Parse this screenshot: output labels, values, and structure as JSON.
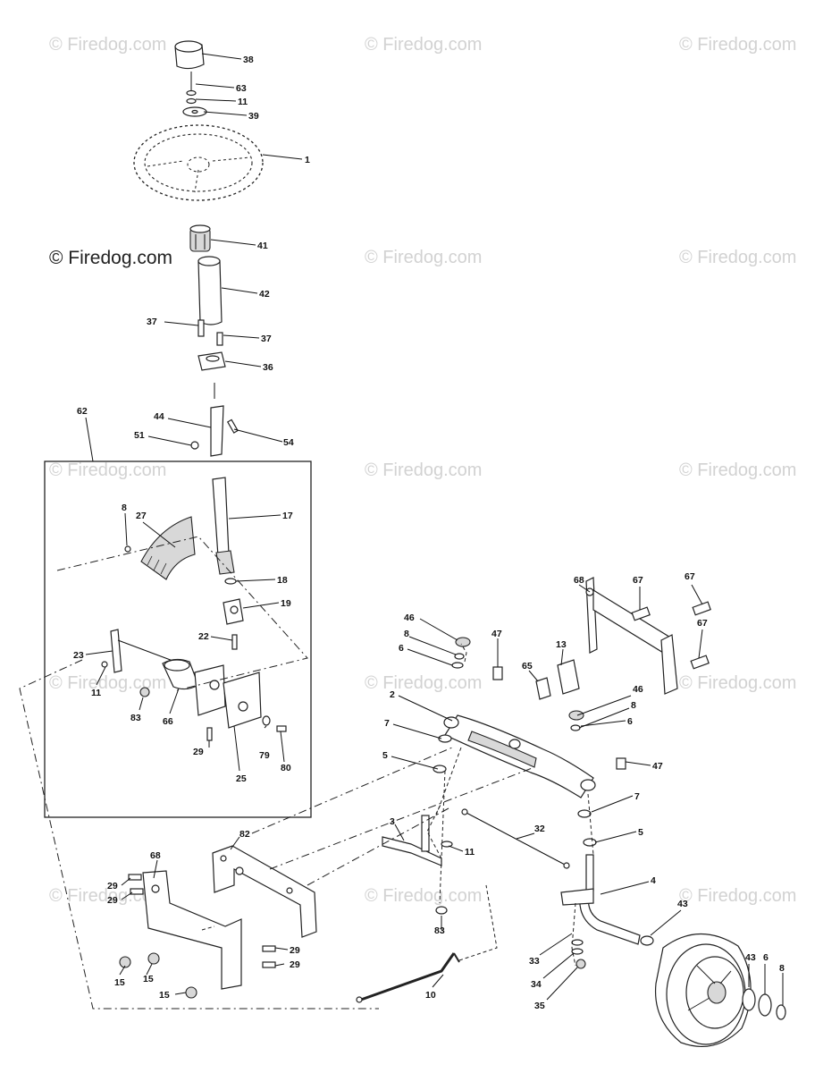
{
  "watermarks": {
    "main": "© Firedog.com",
    "faint": "© Firedog.com"
  },
  "labels": {
    "l38": "38",
    "l63": "63",
    "l11a": "11",
    "l39": "39",
    "l1": "1",
    "l41": "41",
    "l42": "42",
    "l37a": "37",
    "l37b": "37",
    "l36": "36",
    "l44": "44",
    "l51": "51",
    "l54": "54",
    "l62": "62",
    "l17": "17",
    "l8a": "8",
    "l27": "27",
    "l18": "18",
    "l19": "19",
    "l22": "22",
    "l23": "23",
    "l11b": "11",
    "l83a": "83",
    "l66": "66",
    "l29a": "29",
    "l79": "79",
    "l80": "80",
    "l25": "25",
    "l68a": "68",
    "l67a": "67",
    "l67b": "67",
    "l67c": "67",
    "l46a": "46",
    "l8b": "8",
    "l6a": "6",
    "l47a": "47",
    "l13": "13",
    "l65": "65",
    "l2": "2",
    "l46b": "46",
    "l8c": "8",
    "l6b": "6",
    "l7a": "7",
    "l5a": "5",
    "l47b": "47",
    "l7b": "7",
    "l5b": "5",
    "l3": "3",
    "l32": "32",
    "l11c": "11",
    "l82": "82",
    "l68b": "68",
    "l29b": "29",
    "l29c": "29",
    "l83b": "83",
    "l4": "4",
    "l43a": "43",
    "l29d": "29",
    "l29e": "29",
    "l15a": "15",
    "l15b": "15",
    "l15c": "15",
    "l10": "10",
    "l33": "33",
    "l34": "34",
    "l35": "35",
    "l43b": "43",
    "l6c": "6",
    "l8d": "8"
  },
  "colors": {
    "ink": "#111111",
    "watermark": "#d2d2d2",
    "part_fill": "#ffffff",
    "part_shade": "#d8d8d8"
  }
}
